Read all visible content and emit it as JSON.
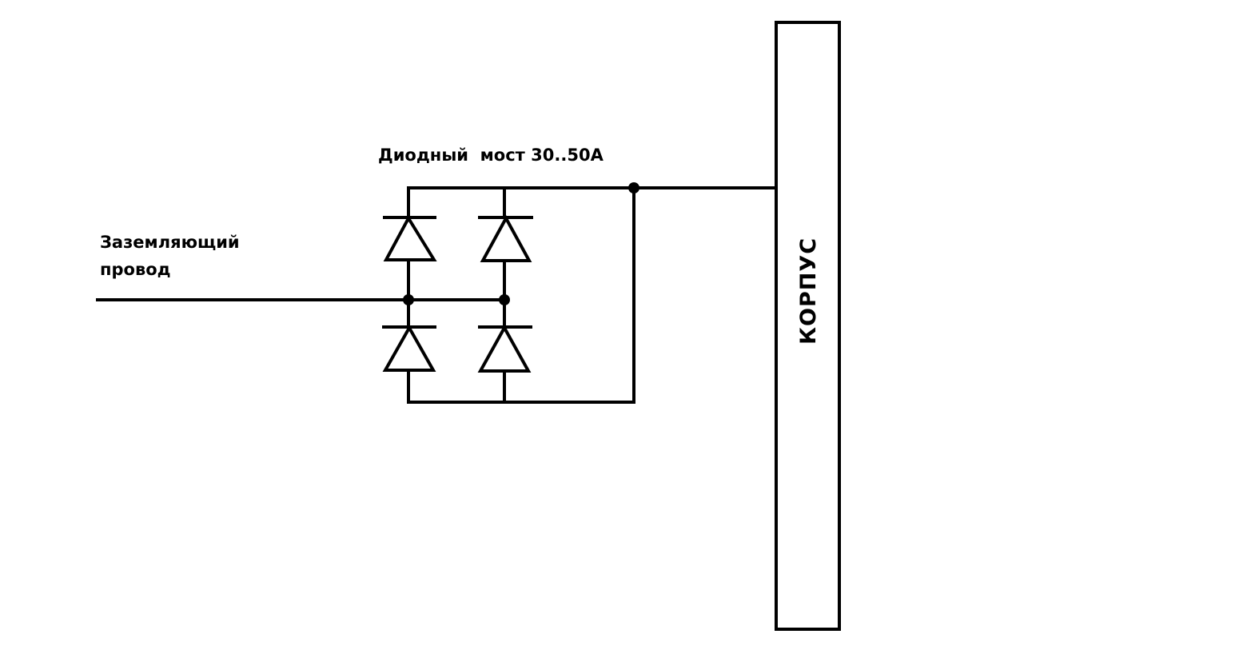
{
  "labels": {
    "bridge": "Диодный  мост 30..50А",
    "wire_line1": "Заземляющий",
    "wire_line2": "провод",
    "housing": "КОРПУС"
  },
  "colors": {
    "ink": "#000000",
    "background": "#ffffff"
  },
  "components": {
    "diodes": [
      {
        "id": "D1",
        "position": "upper-left",
        "direction": "up"
      },
      {
        "id": "D2",
        "position": "upper-right",
        "direction": "up"
      },
      {
        "id": "D3",
        "position": "lower-left",
        "direction": "up"
      },
      {
        "id": "D4",
        "position": "lower-right",
        "direction": "up"
      }
    ],
    "junctions": [
      "left-mid",
      "right-mid",
      "top-right"
    ]
  }
}
